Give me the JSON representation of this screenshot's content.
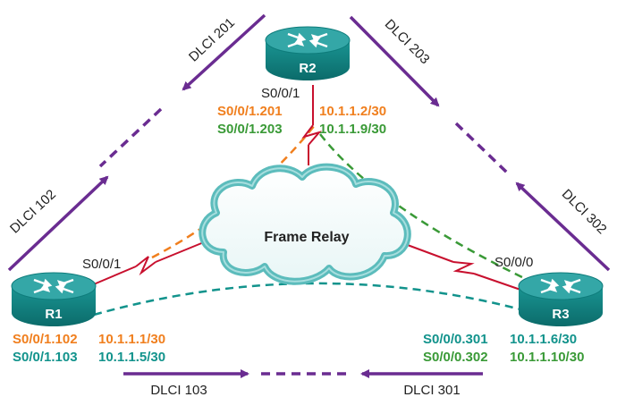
{
  "colors": {
    "purple": "#6a2c91",
    "orange": "#f07f1e",
    "green": "#3a9a37",
    "teal": "#12938c",
    "red": "#c8102e",
    "router_top": "#34a7a7",
    "router_body": "#0e7c7b",
    "cloud_stroke": "#5cbcbc"
  },
  "cloud": {
    "label": "Frame Relay"
  },
  "routers": {
    "r1": {
      "name": "R1",
      "interface": "S0/0/1",
      "sub1": {
        "name": "S0/0/1.102",
        "ip": "10.1.1.1/30"
      },
      "sub2": {
        "name": "S0/0/1.103",
        "ip": "10.1.1.5/30"
      }
    },
    "r2": {
      "name": "R2",
      "interface": "S0/0/1",
      "sub1": {
        "name": "S0/0/1.201",
        "ip": "10.1.1.2/30"
      },
      "sub2": {
        "name": "S0/0/1.203",
        "ip": "10.1.1.9/30"
      }
    },
    "r3": {
      "name": "R3",
      "interface": "S0/0/0",
      "sub1": {
        "name": "S0/0/0.301",
        "ip": "10.1.1.6/30"
      },
      "sub2": {
        "name": "S0/0/0.302",
        "ip": "10.1.1.10/30"
      }
    }
  },
  "dlci": {
    "d201": "DLCI 201",
    "d102": "DLCI 102",
    "d203": "DLCI 203",
    "d302": "DLCI 302",
    "d103": "DLCI 103",
    "d301": "DLCI 301"
  },
  "icons": [
    "router-icon",
    "frame-relay-cloud-icon",
    "serial-link-icon",
    "direction-arrow-icon"
  ]
}
